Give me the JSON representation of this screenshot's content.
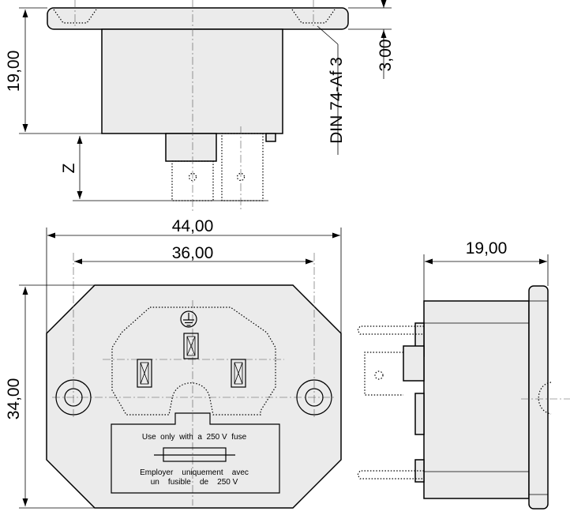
{
  "dimensions": {
    "top_height": "19,00",
    "flange": "3,00",
    "screw_standard": "DIN 74-Af 3",
    "terminal_length": "Z",
    "overall_width": "44,00",
    "hole_spacing": "36,00",
    "side_depth": "19,00",
    "overall_height": "34,00"
  },
  "label": {
    "english": "Use  only  with  a  250 V  fuse",
    "french_line1": "Employer    uniquement    avec",
    "french_line2": "un    fusible    de    250 V"
  }
}
